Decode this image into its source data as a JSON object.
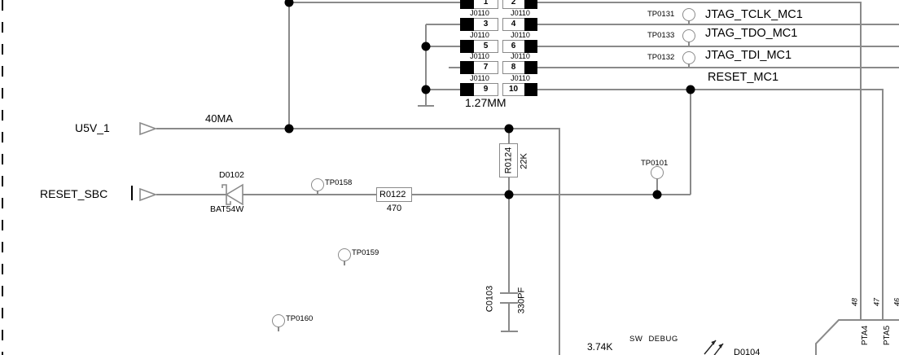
{
  "colors": {
    "wire": "#8a8a8a",
    "ink": "#000000"
  },
  "connector": {
    "refdes": "J0110",
    "pitch": "1.27MM",
    "pins": [
      "1",
      "2",
      "3",
      "4",
      "5",
      "6",
      "7",
      "8",
      "9",
      "10"
    ]
  },
  "nets": {
    "u5v": "U5V_1",
    "current": "40MA",
    "reset_sbc": "RESET_SBC",
    "jtag_tclk": "JTAG_TCLK_MC1",
    "jtag_tdo": "JTAG_TDO_MC1",
    "jtag_tdi": "JTAG_TDI_MC1",
    "reset_mc1": "RESET_MC1"
  },
  "testpoints": {
    "tp0131": "TP0131",
    "tp0133": "TP0133",
    "tp0132": "TP0132",
    "tp0101": "TP0101",
    "tp0158": "TP0158",
    "tp0159": "TP0159",
    "tp0160": "TP0160"
  },
  "components": {
    "diode": {
      "ref": "D0102",
      "value": "BAT54W"
    },
    "r_series": {
      "ref": "R0122",
      "value": "470"
    },
    "r_pullup": {
      "ref": "R0124",
      "value": "22K"
    },
    "cap": {
      "ref": "C0103",
      "value": "330PF"
    },
    "r_debug": {
      "value": "3.74K"
    },
    "sw_label": "SW DEBUG",
    "led": {
      "ref": "D0104"
    }
  },
  "ic": {
    "pins": [
      {
        "num": "48",
        "name": "PTA4"
      },
      {
        "num": "47",
        "name": "PTA5"
      },
      {
        "num": "46",
        "name": ""
      }
    ]
  }
}
